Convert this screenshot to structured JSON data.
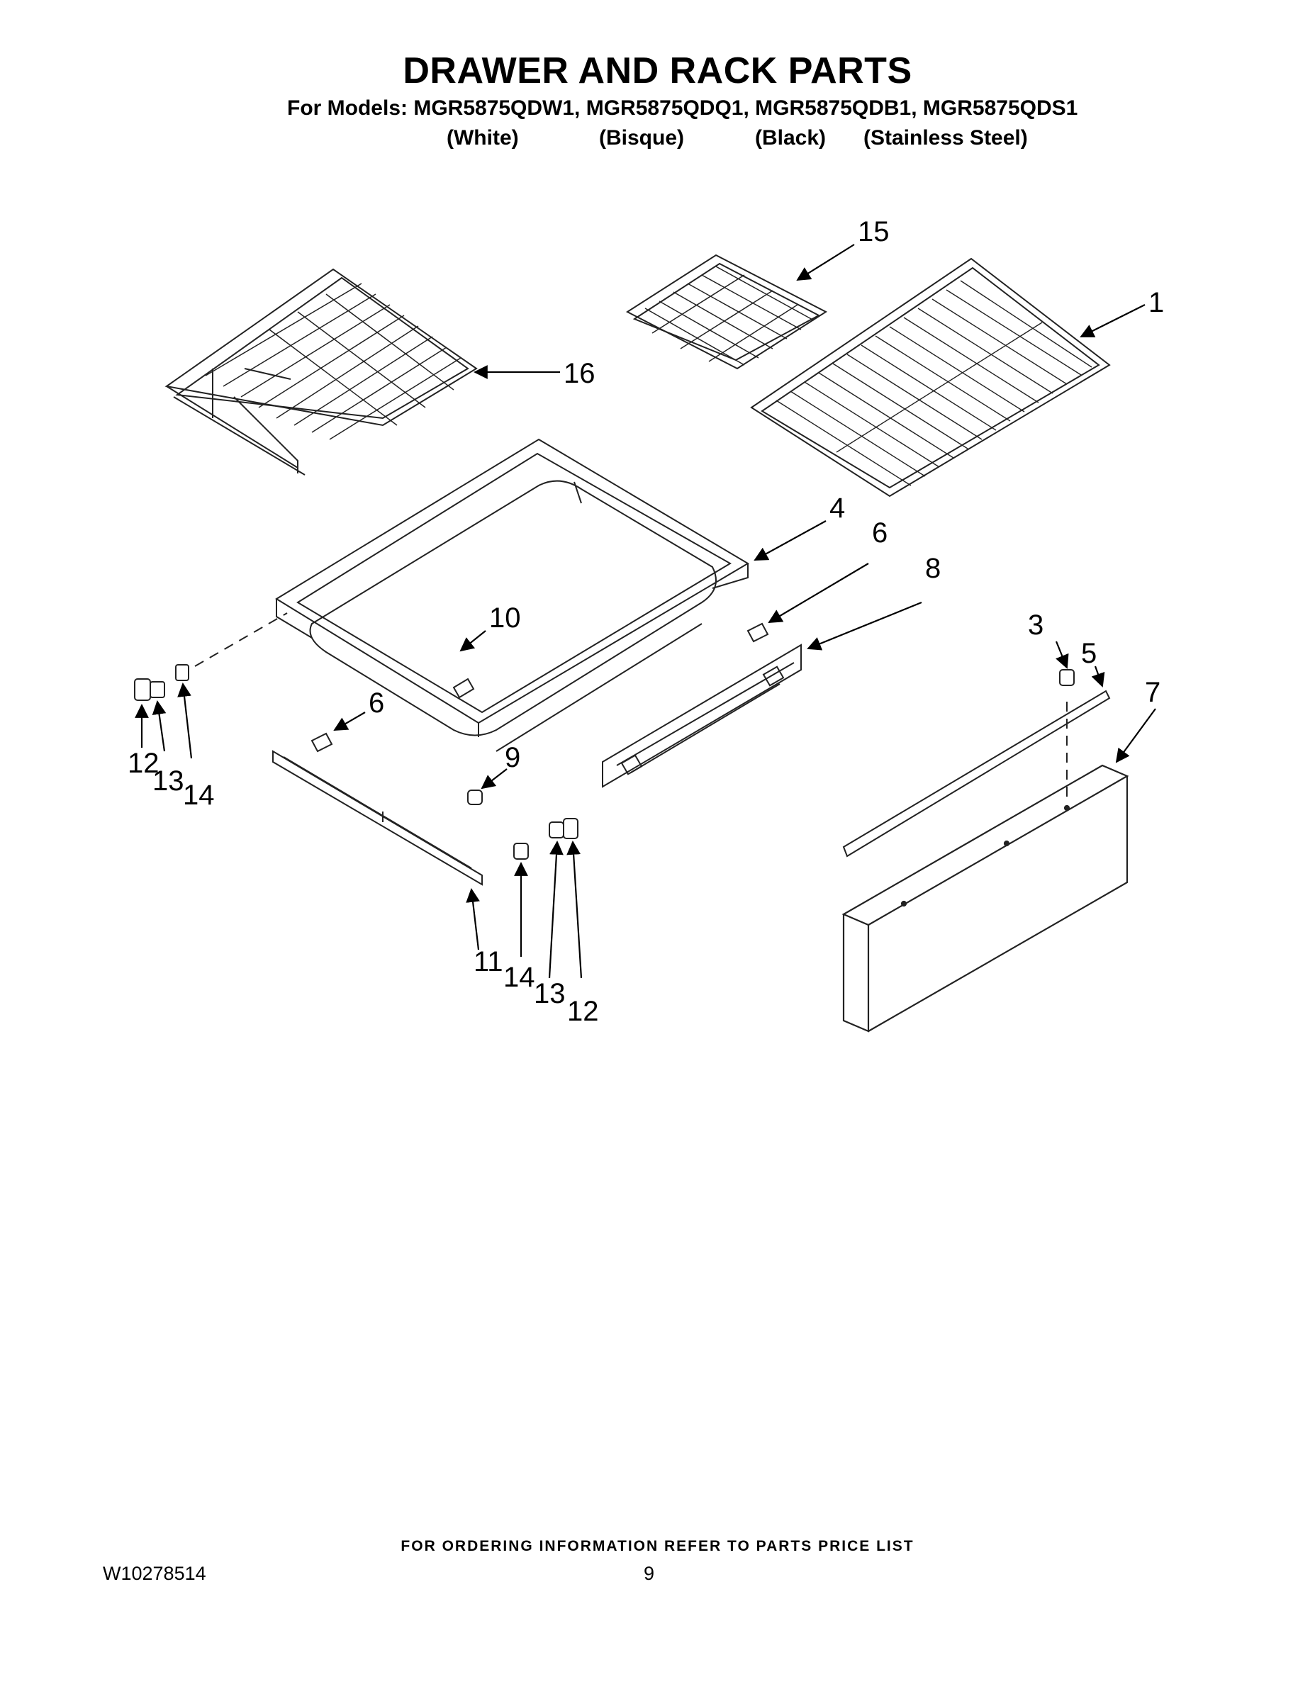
{
  "header": {
    "title": "DRAWER AND RACK PARTS",
    "models_line": "For Models: MGR5875QDW1, MGR5875QDQ1, MGR5875QDB1, MGR5875QDS1",
    "finishes": [
      "(White)",
      "(Bisque)",
      "(Black)",
      "(Stainless Steel)"
    ]
  },
  "callouts": {
    "c1": "1",
    "c3": "3",
    "c4": "4",
    "c5": "5",
    "c6a": "6",
    "c6b": "6",
    "c7": "7",
    "c8": "8",
    "c9": "9",
    "c10": "10",
    "c11": "11",
    "c12a": "12",
    "c12b": "12",
    "c13a": "13",
    "c13b": "13",
    "c14a": "14",
    "c14b": "14",
    "c15": "15",
    "c16": "16"
  },
  "footer": {
    "ordering_note": "FOR ORDERING INFORMATION REFER TO PARTS PRICE LIST",
    "doc_number": "W10278514",
    "page_number": "9"
  }
}
